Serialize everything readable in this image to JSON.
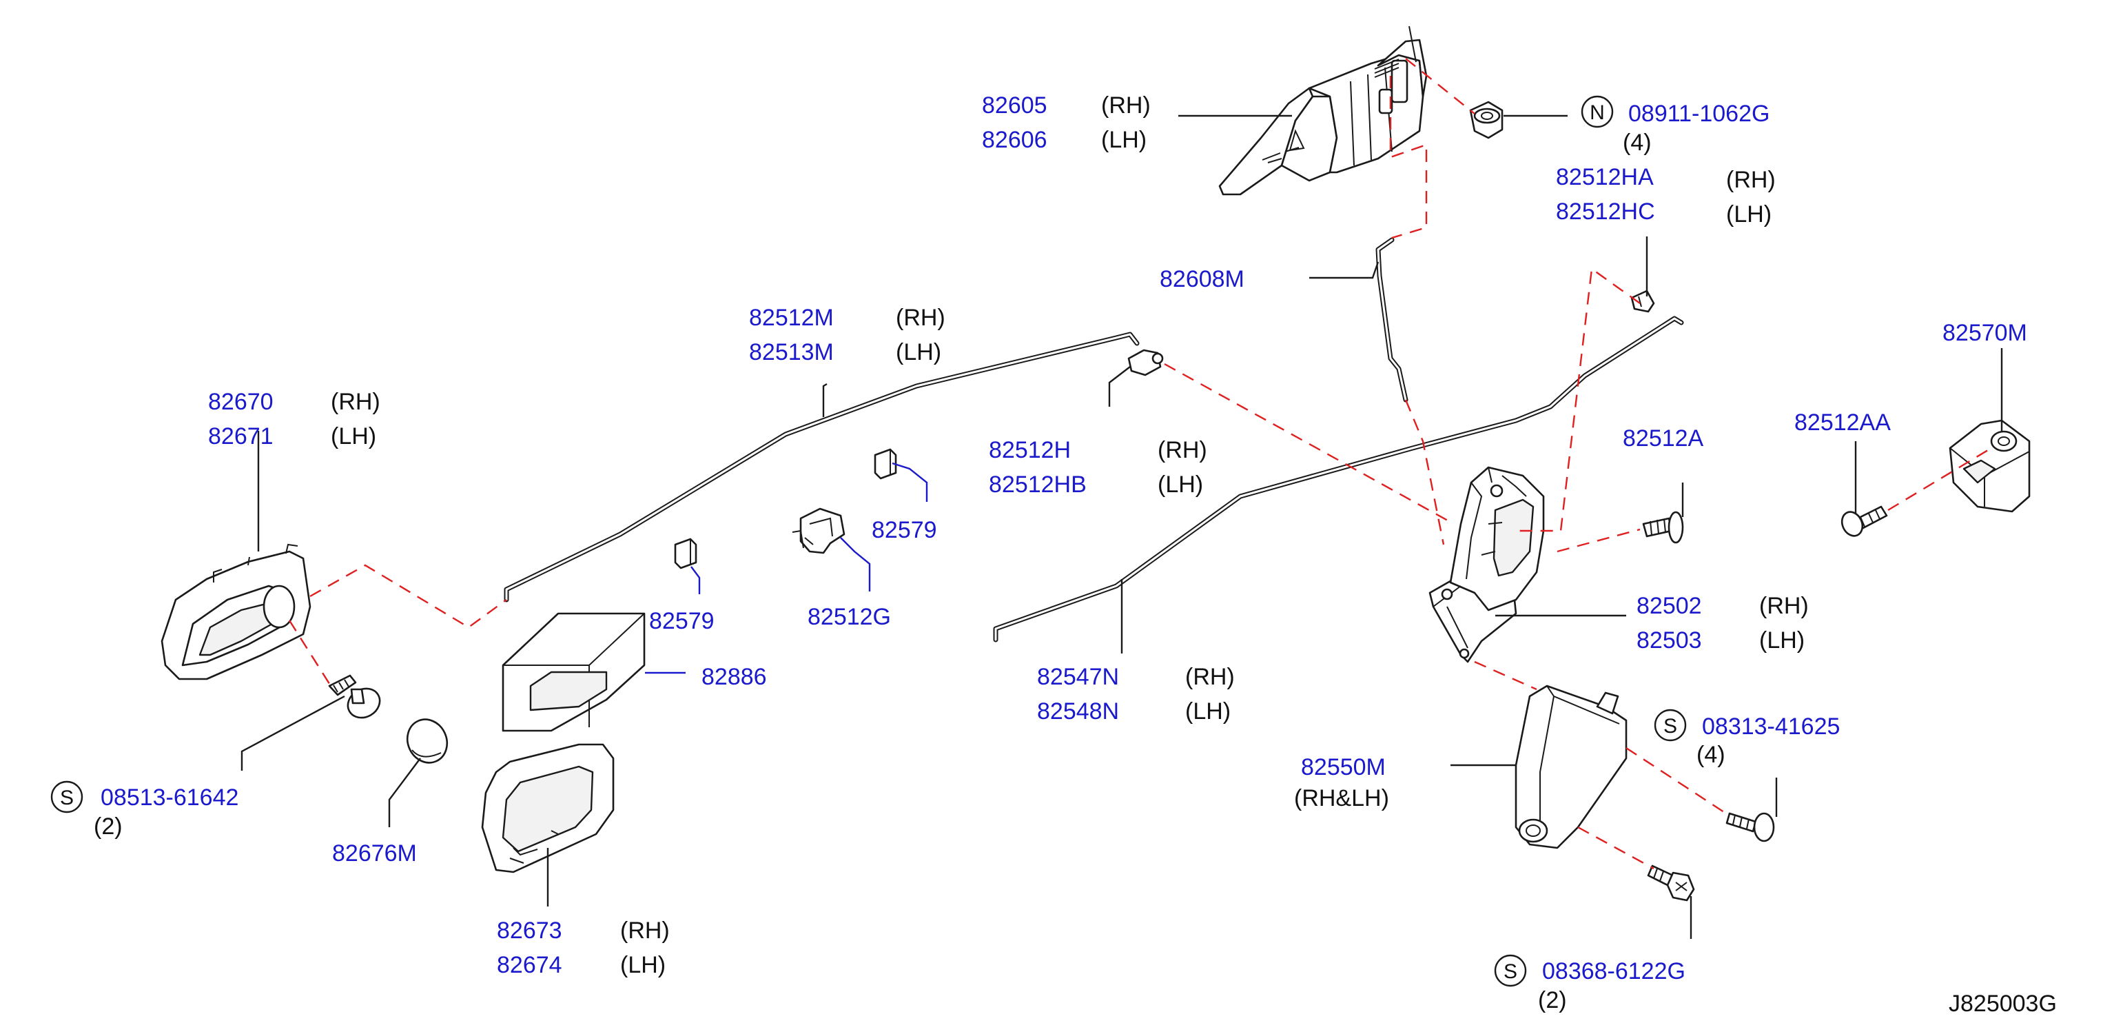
{
  "diagram_code": "J825003G",
  "callouts": {
    "handle_outside": {
      "pn_rh": "82605",
      "pn_lh": "82606",
      "side_rh": "(RH)",
      "side_lh": "(LH)"
    },
    "nut": {
      "symbol": "N",
      "pn": "08911-1062G",
      "qty": "(4)"
    },
    "clip_ha": {
      "pn_rh": "82512HA",
      "pn_lh": "82512HC",
      "side_rh": "(RH)",
      "side_lh": "(LH)"
    },
    "rod_82608m": {
      "pn": "82608M"
    },
    "rod_82512m": {
      "pn_rh": "82512M",
      "pn_lh": "82513M",
      "side_rh": "(RH)",
      "side_lh": "(LH)"
    },
    "handle_inside": {
      "pn_rh": "82670",
      "pn_lh": "82671",
      "side_rh": "(RH)",
      "side_lh": "(LH)"
    },
    "clip_h": {
      "pn_rh": "82512H",
      "pn_lh": "82512HB",
      "side_rh": "(RH)",
      "side_lh": "(LH)"
    },
    "clip_579_a": {
      "pn": "82579"
    },
    "clip_579_b": {
      "pn": "82579"
    },
    "clip_g": {
      "pn": "82512G"
    },
    "pad": {
      "pn": "82886"
    },
    "screw_s1": {
      "symbol": "S",
      "pn": "08513-61642",
      "qty": "(2)"
    },
    "cap": {
      "pn": "82676M"
    },
    "escutcheon": {
      "pn_rh": "82673",
      "pn_lh": "82674",
      "side_rh": "(RH)",
      "side_lh": "(LH)"
    },
    "rod_82547n": {
      "pn_rh": "82547N",
      "pn_lh": "82548N",
      "side_rh": "(RH)",
      "side_lh": "(LH)"
    },
    "bolt_a": {
      "pn": "82512A"
    },
    "bolt_aa": {
      "pn": "82512AA"
    },
    "striker": {
      "pn": "82570M"
    },
    "lock": {
      "pn_rh": "82502",
      "pn_lh": "82503",
      "side_rh": "(RH)",
      "side_lh": "(LH)"
    },
    "actuator": {
      "pn": "82550M",
      "side": "(RH&LH)"
    },
    "screw_s2": {
      "symbol": "S",
      "pn": "08313-41625",
      "qty": "(4)"
    },
    "screw_s3": {
      "symbol": "S",
      "pn": "08368-6122G",
      "qty": "(2)"
    }
  }
}
